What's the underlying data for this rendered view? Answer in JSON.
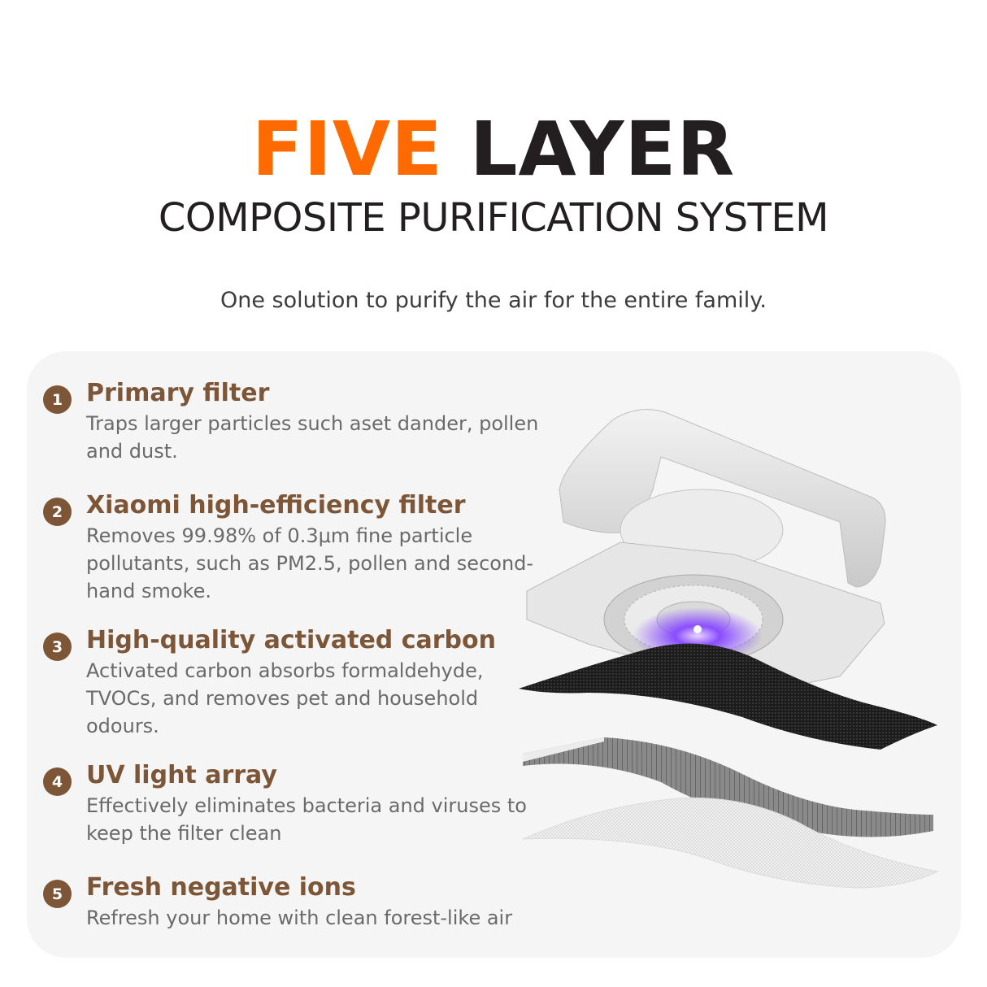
{
  "header": {
    "title_accent": "FIVE",
    "title_rest": "LAYER",
    "subtitle": "COMPOSITE PURIFICATION SYSTEM",
    "tagline": "One solution to purify the air for the entire family."
  },
  "colors": {
    "accent": "#ff6a00",
    "title_dark": "#231f20",
    "feature_brown": "#7d5537",
    "body_gray": "#6a6a6a",
    "card_bg": "#f5f5f5",
    "uv_purple": "#7b3cff"
  },
  "features": [
    {
      "number": "1",
      "title": "Primary filter",
      "description": "Traps larger particles such aset dander, pollen and dust."
    },
    {
      "number": "2",
      "title": "Xiaomi high-efficiency filter",
      "description": "Removes 99.98% of 0.3μm fine particle pollutants, such as PM2.5, pollen and second-hand smoke."
    },
    {
      "number": "3",
      "title": "High-quality activated carbon",
      "description": "Activated carbon absorbs formaldehyde, TVOCs, and removes pet and household odours."
    },
    {
      "number": "4",
      "title": "UV light array",
      "description": "Effectively eliminates bacteria and viruses to keep the filter clean"
    },
    {
      "number": "5",
      "title": "Fresh negative ions",
      "description": "Refresh your home with clean forest-like air"
    }
  ],
  "illustration": {
    "label": "exploded-view-air-purifier-filter-layers"
  }
}
